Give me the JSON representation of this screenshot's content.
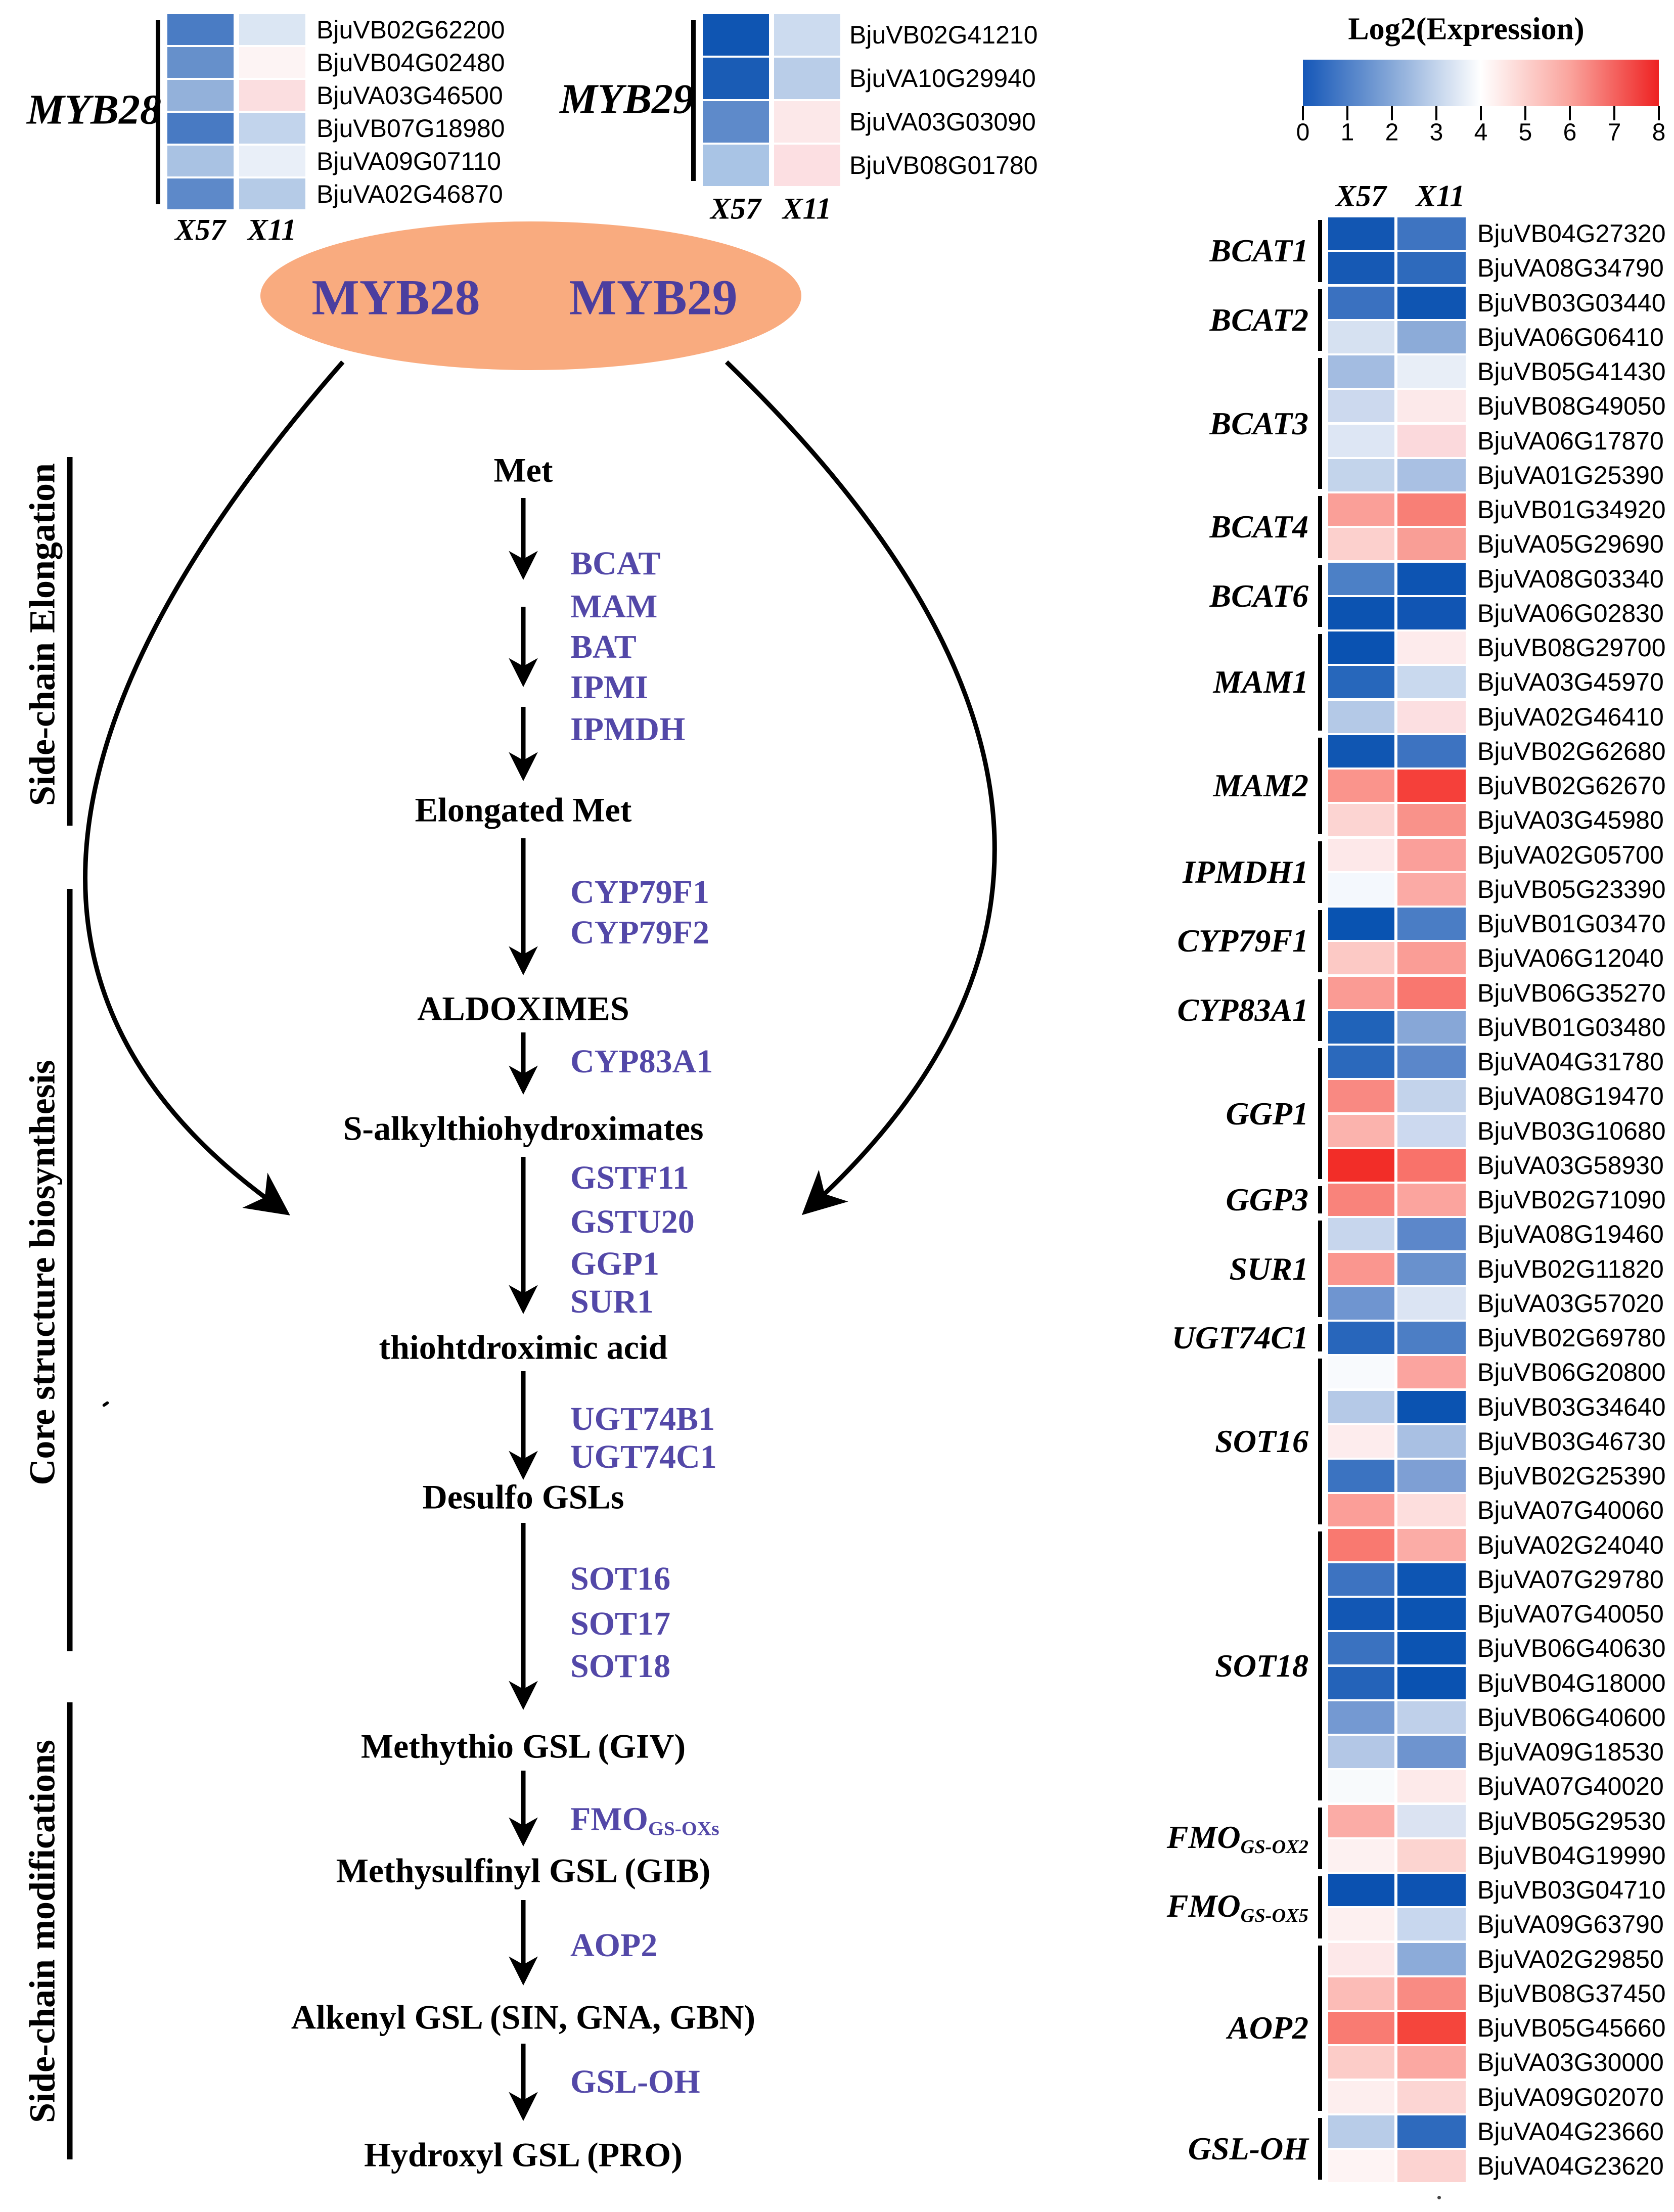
{
  "columns": {
    "col1": "X57",
    "col2": "X11"
  },
  "legend": {
    "title": "Log2(Expression)",
    "ticks": [
      "0",
      "1",
      "2",
      "3",
      "4",
      "5",
      "6",
      "7",
      "8"
    ],
    "color_left": "#1557b8",
    "color_right": "#ee2222"
  },
  "ellipse": {
    "left": "MYB28",
    "right": "MYB29",
    "fill": "#f9ab7f",
    "text_color": "#4b3e9f"
  },
  "sections": [
    {
      "label": "Side-chain Elongation"
    },
    {
      "label": "Core structure biosynthesis"
    },
    {
      "label": "Side-chain modifications"
    }
  ],
  "myb28": {
    "label": "MYB28",
    "rows": [
      {
        "gene": "BjuVB02G62200",
        "c": [
          "#4a7cc4",
          "#dbe6f3"
        ]
      },
      {
        "gene": "BjuVB04G02480",
        "c": [
          "#6690cb",
          "#fdf4f4"
        ]
      },
      {
        "gene": "BjuVA03G46500",
        "c": [
          "#93b1da",
          "#fbdee0"
        ]
      },
      {
        "gene": "BjuVB07G18980",
        "c": [
          "#487ac3",
          "#c2d4ec"
        ]
      },
      {
        "gene": "BjuVA09G07110",
        "c": [
          "#a9c2e3",
          "#e9eff8"
        ]
      },
      {
        "gene": "BjuVA02G46870",
        "c": [
          "#5d89c9",
          "#b5cbe7"
        ]
      }
    ]
  },
  "myb29": {
    "label": "MYB29",
    "rows": [
      {
        "gene": "BjuVB02G41210",
        "c": [
          "#0f55b2",
          "#ccdbef"
        ]
      },
      {
        "gene": "BjuVA10G29940",
        "c": [
          "#1a5cb5",
          "#b9cde8"
        ]
      },
      {
        "gene": "BjuVA03G03090",
        "c": [
          "#5e8aca",
          "#fce8e9"
        ]
      },
      {
        "gene": "BjuVB08G01780",
        "c": [
          "#a9c4e5",
          "#fcdfe2"
        ]
      }
    ]
  },
  "pathway": {
    "enzyme_color": "#5348a8",
    "metabolites": [
      "Met",
      "Elongated Met",
      "ALDOXIMES",
      "S-alkylthiohydroximates",
      "thiohtdroximic acid",
      "Desulfo GSLs",
      "Methythio GSL (GIV)",
      "Methysulfinyl GSL (GIB)",
      "Alkenyl GSL (SIN, GNA, GBN)",
      "Hydroxyl GSL (PRO)"
    ],
    "enzymes": [
      {
        "label": "BCAT"
      },
      {
        "label": "MAM"
      },
      {
        "label": "BAT"
      },
      {
        "label": "IPMI"
      },
      {
        "label": "IPMDH"
      },
      {
        "label": "CYP79F1"
      },
      {
        "label": "CYP79F2"
      },
      {
        "label": "CYP83A1"
      },
      {
        "label": "GSTF11"
      },
      {
        "label": "GSTU20"
      },
      {
        "label": "GGP1"
      },
      {
        "label": "SUR1"
      },
      {
        "label": "UGT74B1"
      },
      {
        "label": "UGT74C1"
      },
      {
        "label": "SOT16"
      },
      {
        "label": "SOT17"
      },
      {
        "label": "SOT18"
      },
      {
        "label": "FMO",
        "sub": "GS-OXs"
      },
      {
        "label": "AOP2"
      },
      {
        "label": "GSL-OH"
      }
    ]
  },
  "heatmap": {
    "families": [
      {
        "name": "BCAT1",
        "rows": 2
      },
      {
        "name": "BCAT2",
        "rows": 2
      },
      {
        "name": "BCAT3",
        "rows": 4
      },
      {
        "name": "BCAT4",
        "rows": 2
      },
      {
        "name": "BCAT6",
        "rows": 2
      },
      {
        "name": "MAM1",
        "rows": 3
      },
      {
        "name": "MAM2",
        "rows": 3
      },
      {
        "name": "IPMDH1",
        "rows": 2
      },
      {
        "name": "CYP79F1",
        "rows": 2
      },
      {
        "name": "CYP83A1",
        "rows": 2
      },
      {
        "name": "GGP1",
        "rows": 4
      },
      {
        "name": "GGP3",
        "rows": 1
      },
      {
        "name": "SUR1",
        "rows": 3
      },
      {
        "name": "UGT74C1",
        "rows": 1
      },
      {
        "name": "SOT16",
        "rows": 5
      },
      {
        "name": "SOT18",
        "rows": 8
      },
      {
        "name": "FMO",
        "sub": "GS-OX2",
        "rows": 2
      },
      {
        "name": "FMO",
        "sub": "GS-OX5",
        "rows": 2
      },
      {
        "name": "AOP2",
        "rows": 5
      },
      {
        "name": "GSL-OH",
        "rows": 2
      }
    ],
    "rows": [
      {
        "gene": "BjuVB04G27320",
        "c": [
          "#1256b2",
          "#3e74c1"
        ]
      },
      {
        "gene": "BjuVA08G34790",
        "c": [
          "#1659b4",
          "#2e6abc"
        ]
      },
      {
        "gene": "BjuVB03G03440",
        "c": [
          "#3a71c0",
          "#0f55b2"
        ]
      },
      {
        "gene": "BjuVA06G06410",
        "c": [
          "#d6e1f1",
          "#8cabd8"
        ]
      },
      {
        "gene": "BjuVB05G41430",
        "c": [
          "#a3bce1",
          "#e8eef7"
        ]
      },
      {
        "gene": "BjuVB08G49050",
        "c": [
          "#ccd9ee",
          "#fce9ea"
        ]
      },
      {
        "gene": "BjuVA06G17870",
        "c": [
          "#dde6f4",
          "#fbd9dc"
        ]
      },
      {
        "gene": "BjuVA01G25390",
        "c": [
          "#c3d4eb",
          "#a9c0e3"
        ]
      },
      {
        "gene": "BjuVB01G34920",
        "c": [
          "#fa9f98",
          "#f87f76"
        ]
      },
      {
        "gene": "BjuVA05G29690",
        "c": [
          "#fcd0cd",
          "#f99e96"
        ]
      },
      {
        "gene": "BjuVA08G03340",
        "c": [
          "#4c80c6",
          "#0d54b2"
        ]
      },
      {
        "gene": "BjuVA06G02830",
        "c": [
          "#0c53b1",
          "#1155b3"
        ]
      },
      {
        "gene": "BjuVB08G29700",
        "c": [
          "#0a52b1",
          "#fdebec"
        ]
      },
      {
        "gene": "BjuVA03G45970",
        "c": [
          "#2767bb",
          "#c9d9ee"
        ]
      },
      {
        "gene": "BjuVA02G46410",
        "c": [
          "#b4c9e7",
          "#fcdfe1"
        ]
      },
      {
        "gene": "BjuVB02G62680",
        "c": [
          "#1056b2",
          "#3d73c1"
        ]
      },
      {
        "gene": "BjuVB02G62670",
        "c": [
          "#fa948c",
          "#f5403a"
        ]
      },
      {
        "gene": "BjuVA03G45980",
        "c": [
          "#fcd4d2",
          "#f9928a"
        ]
      },
      {
        "gene": "BjuVA02G05700",
        "c": [
          "#fde8e9",
          "#fa9f9a"
        ]
      },
      {
        "gene": "BjuVB05G23390",
        "c": [
          "#f4f8fd",
          "#fbaaa5"
        ]
      },
      {
        "gene": "BjuVB01G03470",
        "c": [
          "#0953b1",
          "#4a7dc5"
        ]
      },
      {
        "gene": "BjuVA06G12040",
        "c": [
          "#fcc9c5",
          "#fa9d96"
        ]
      },
      {
        "gene": "BjuVB06G35270",
        "c": [
          "#fa9b94",
          "#f9776f"
        ]
      },
      {
        "gene": "BjuVB01G03480",
        "c": [
          "#2063b9",
          "#87a7d7"
        ]
      },
      {
        "gene": "BjuVA04G31780",
        "c": [
          "#2b69bc",
          "#5b87ca"
        ]
      },
      {
        "gene": "BjuVA08G19470",
        "c": [
          "#f98982",
          "#c3d3eb"
        ]
      },
      {
        "gene": "BjuVB03G10680",
        "c": [
          "#fbb3ad",
          "#ccd9ef"
        ]
      },
      {
        "gene": "BjuVA03G58930",
        "c": [
          "#f22d28",
          "#f9726a"
        ]
      },
      {
        "gene": "BjuVB02G71090",
        "c": [
          "#f9837b",
          "#fba49e"
        ]
      },
      {
        "gene": "BjuVA08G19460",
        "c": [
          "#c7d6ed",
          "#5c87ca"
        ]
      },
      {
        "gene": "BjuVB02G11820",
        "c": [
          "#fa968f",
          "#6991cd"
        ]
      },
      {
        "gene": "BjuVA03G57020",
        "c": [
          "#6f95d0",
          "#dbe4f3"
        ]
      },
      {
        "gene": "BjuVB02G69780",
        "c": [
          "#2866bb",
          "#4c7ec5"
        ]
      },
      {
        "gene": "BjuVB06G20800",
        "c": [
          "#f8fafd",
          "#fba49f"
        ]
      },
      {
        "gene": "BjuVB03G34640",
        "c": [
          "#b5c9e7",
          "#0b53b1"
        ]
      },
      {
        "gene": "BjuVB03G46730",
        "c": [
          "#fdeced",
          "#a9c0e3"
        ]
      },
      {
        "gene": "BjuVB02G25390",
        "c": [
          "#3b73c1",
          "#7e9fd4"
        ]
      },
      {
        "gene": "BjuVA07G40060",
        "c": [
          "#fb9e98",
          "#fddedd"
        ]
      },
      {
        "gene": "BjuVA02G24040",
        "c": [
          "#f97970",
          "#fbaca6"
        ]
      },
      {
        "gene": "BjuVA07G29780",
        "c": [
          "#3d73c1",
          "#0d55b3"
        ]
      },
      {
        "gene": "BjuVA07G40050",
        "c": [
          "#1257b4",
          "#0c54b2"
        ]
      },
      {
        "gene": "BjuVB06G40630",
        "c": [
          "#3a72c0",
          "#0c54b2"
        ]
      },
      {
        "gene": "BjuVB04G18000",
        "c": [
          "#2463b9",
          "#0a52b1"
        ]
      },
      {
        "gene": "BjuVB06G40600",
        "c": [
          "#7499d2",
          "#bfd0ea"
        ]
      },
      {
        "gene": "BjuVA09G18530",
        "c": [
          "#b3c7e6",
          "#6e94cf"
        ]
      },
      {
        "gene": "BjuVA07G40020",
        "c": [
          "#f8fafc",
          "#fdeaea"
        ]
      },
      {
        "gene": "BjuVB05G29530",
        "c": [
          "#fbaca6",
          "#dbe3f2"
        ]
      },
      {
        "gene": "BjuVB04G19990",
        "c": [
          "#fdf1f1",
          "#fcd4d0"
        ]
      },
      {
        "gene": "BjuVB03G04710",
        "c": [
          "#0b51b0",
          "#0d53b2"
        ]
      },
      {
        "gene": "BjuVA09G63790",
        "c": [
          "#fdf0f0",
          "#c8d7ee"
        ]
      },
      {
        "gene": "BjuVA02G29850",
        "c": [
          "#fde8e9",
          "#8cabd9"
        ]
      },
      {
        "gene": "BjuVB08G37450",
        "c": [
          "#fcbcb7",
          "#f98b83"
        ]
      },
      {
        "gene": "BjuVB05G45660",
        "c": [
          "#f97b72",
          "#f5453c"
        ]
      },
      {
        "gene": "BjuVA03G30000",
        "c": [
          "#fcccc8",
          "#fba8a2"
        ]
      },
      {
        "gene": "BjuVA09G02070",
        "c": [
          "#fdeeee",
          "#fcd5d3"
        ]
      },
      {
        "gene": "BjuVA04G23660",
        "c": [
          "#b8cce8",
          "#2e6abd"
        ]
      },
      {
        "gene": "BjuVA04G23620",
        "c": [
          "#fef4f4",
          "#fcd3d1"
        ]
      }
    ]
  }
}
